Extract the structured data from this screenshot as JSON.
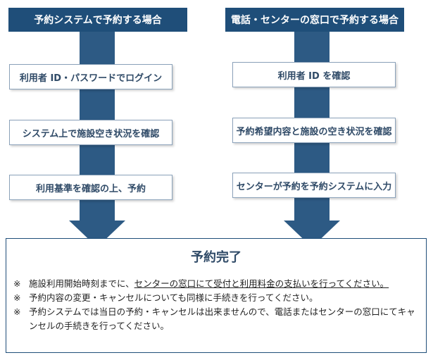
{
  "left_column": {
    "header": "予約システムで予約する場合",
    "steps": [
      "利用者 ID・パスワードでログイン",
      "システム上で施設空き状況を確認",
      "利用基準を確認の上、予約"
    ]
  },
  "right_column": {
    "header": "電話・センターの窓口で予約する場合",
    "steps": [
      "利用者 ID を確認",
      "予約希望内容と施設の空き状況を確認",
      "センターが予約を予約システムに入力"
    ]
  },
  "complete": {
    "title": "予約完了",
    "notes": [
      {
        "mark": "※",
        "before": "施設利用開始時刻までに、",
        "underlined": "センターの窓口にて受付と利用料金の支払いを行ってください。",
        "after": ""
      },
      {
        "mark": "※",
        "before": "予約内容の変更・キャンセルについても同様に手続きを行ってください。",
        "underlined": "",
        "after": ""
      },
      {
        "mark": "※",
        "before": "予約システムでは当日の予約・キャンセルは出来ませんので、電話またはセンターの窓口にてキャンセルの手続きを行ってください。",
        "underlined": "",
        "after": ""
      }
    ]
  },
  "colors": {
    "header_bg": "#1f4e79",
    "arrow": "#2d5a84",
    "step_border": "#8aa1b9"
  }
}
